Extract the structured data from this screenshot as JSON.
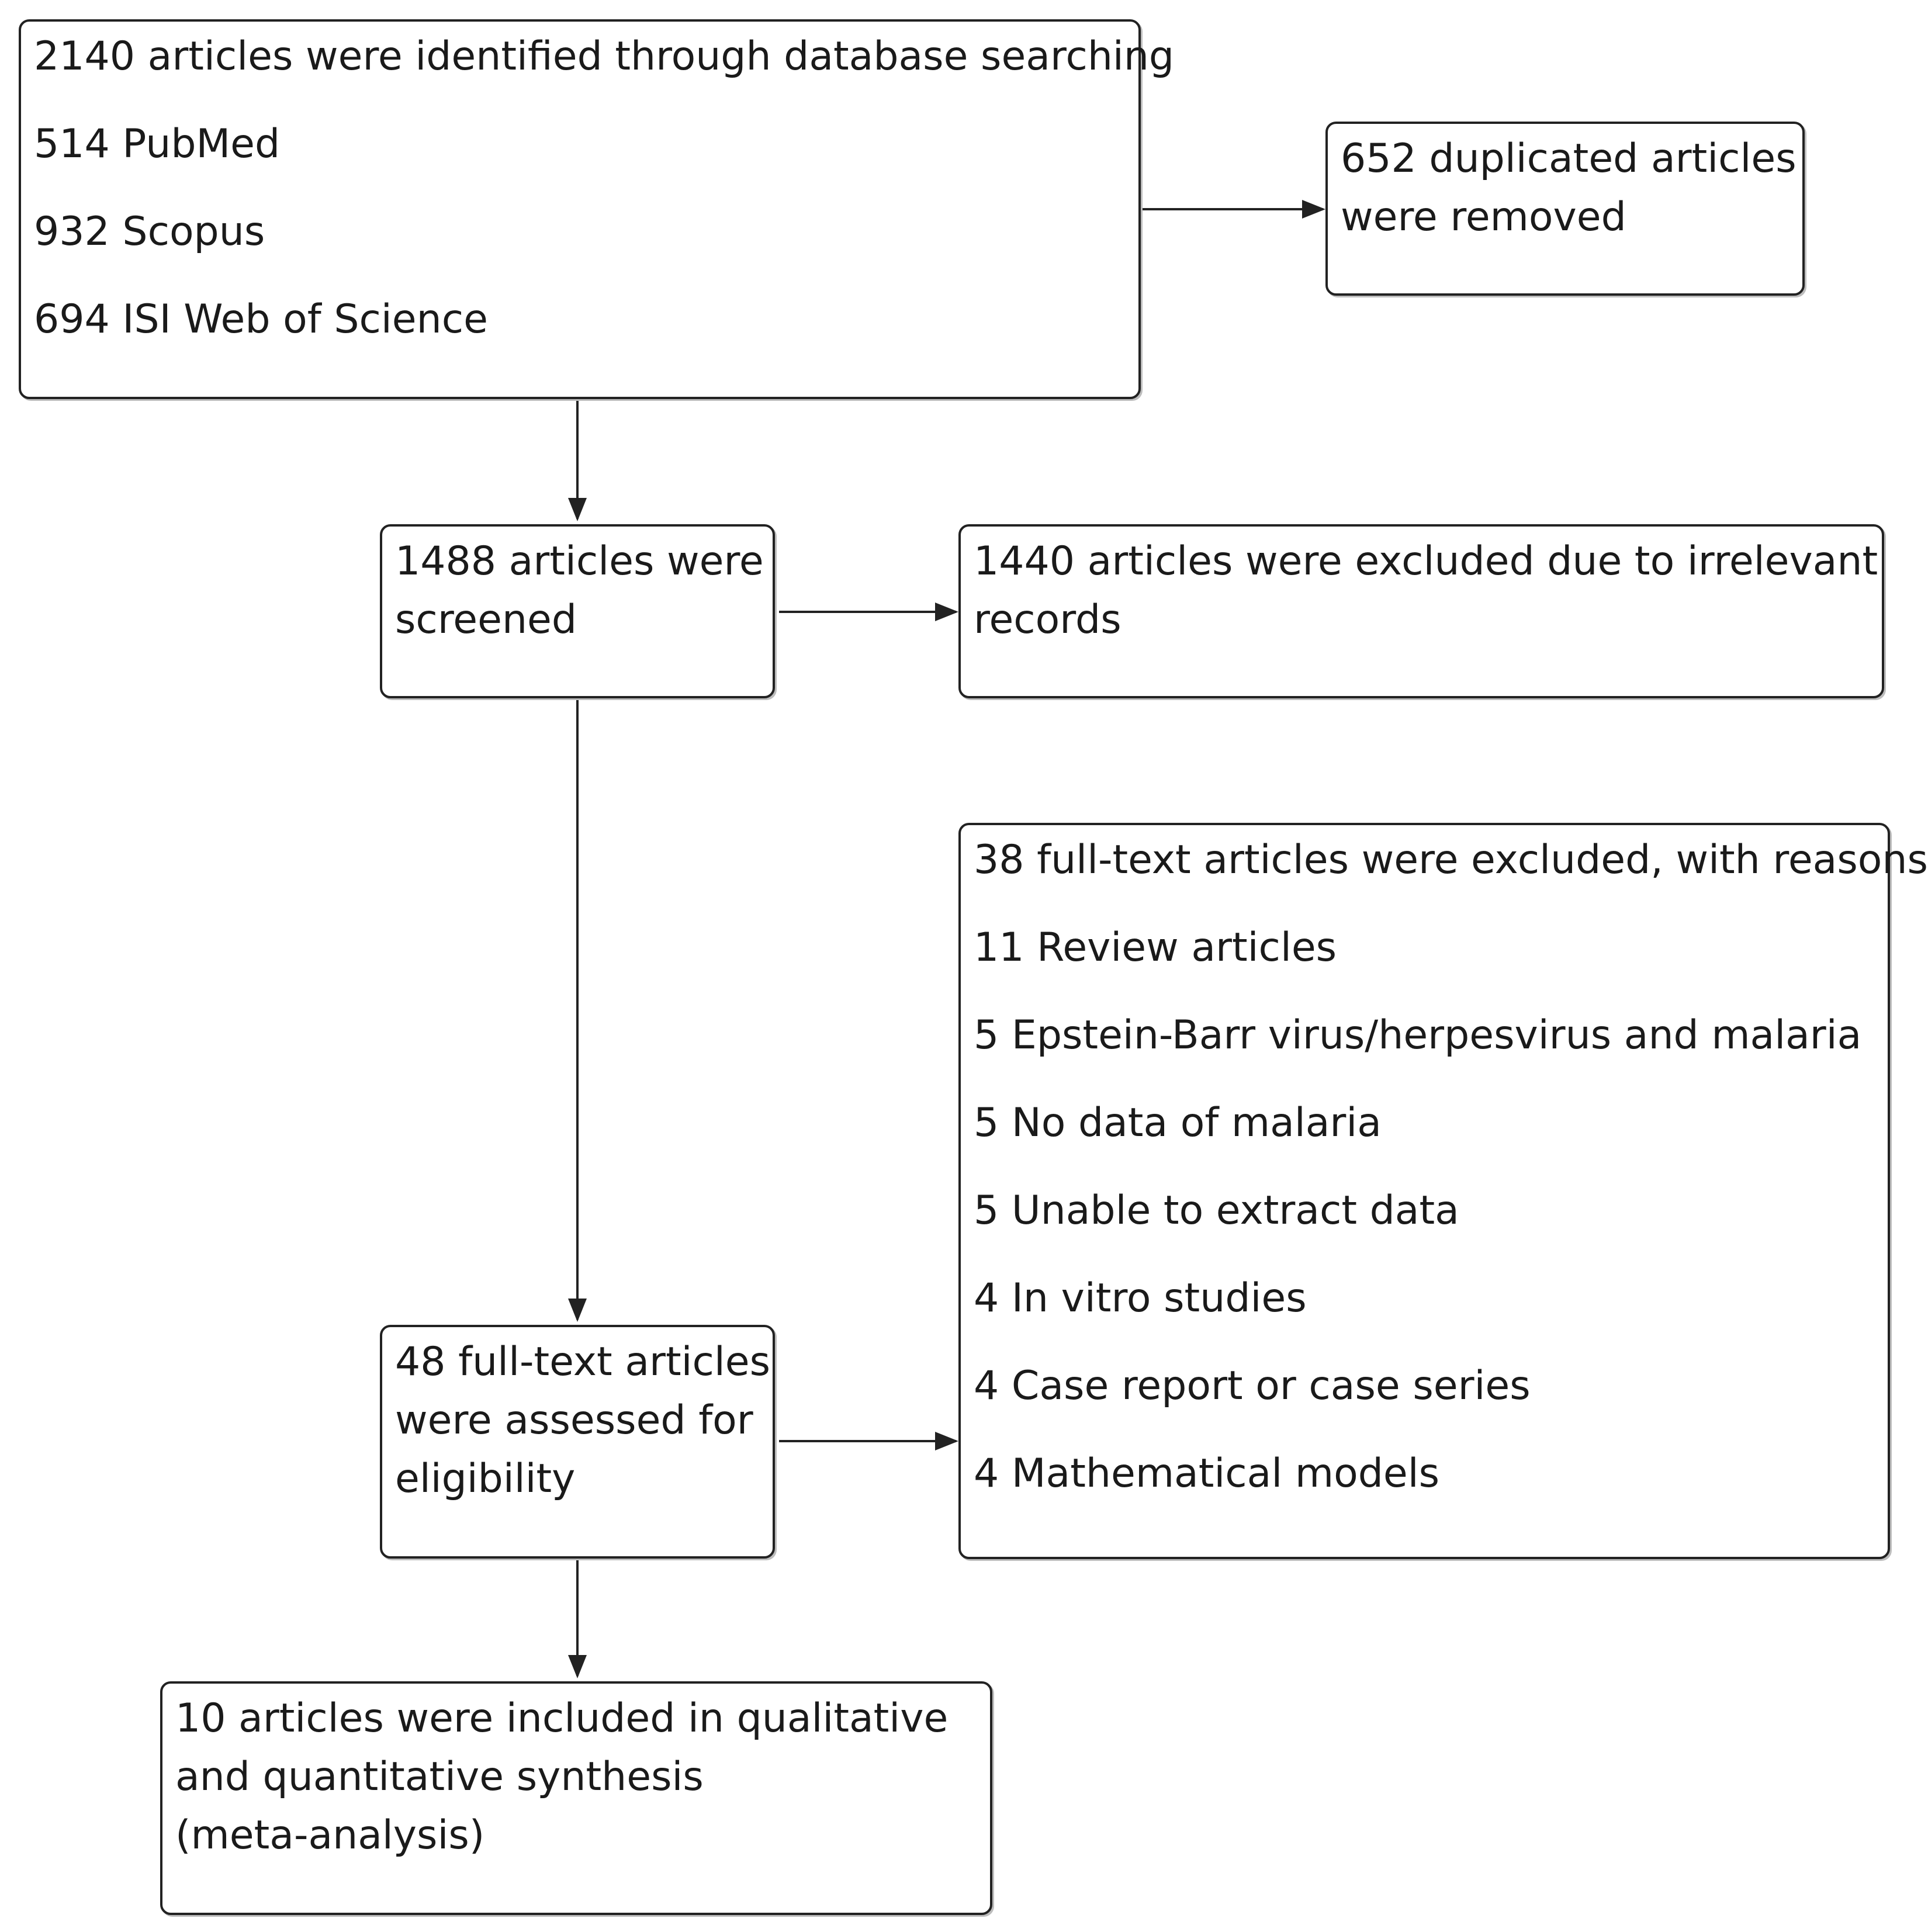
{
  "identified": {
    "lines": [
      "2140 articles were identified through database searching",
      "514 PubMed",
      "932 Scopus",
      "694 ISI Web of Science"
    ]
  },
  "duplicates": {
    "lines": [
      "652 duplicated articles",
      "were removed"
    ]
  },
  "screened": {
    "lines": [
      "1488 articles were",
      "screened"
    ]
  },
  "irrelevant": {
    "lines": [
      "1440 articles were excluded due to irrelevant",
      "records"
    ]
  },
  "fulltext_excluded": {
    "lines": [
      "38 full-text articles were excluded, with reasons",
      "11 Review articles",
      "5 Epstein-Barr virus/herpesvirus and malaria",
      "5 No data of malaria",
      "5 Unable to extract data",
      "4 In vitro studies",
      "4 Case report or case series",
      "4 Mathematical models"
    ]
  },
  "assessed": {
    "lines": [
      "48 full-text articles",
      "were assessed for",
      "eligibility"
    ]
  },
  "included": {
    "lines": [
      "10 articles were included in qualitative",
      "and quantitative synthesis",
      "(meta-analysis)"
    ]
  },
  "colors": {
    "border": "#222222",
    "text": "#1a1a1a",
    "background": "#ffffff"
  }
}
